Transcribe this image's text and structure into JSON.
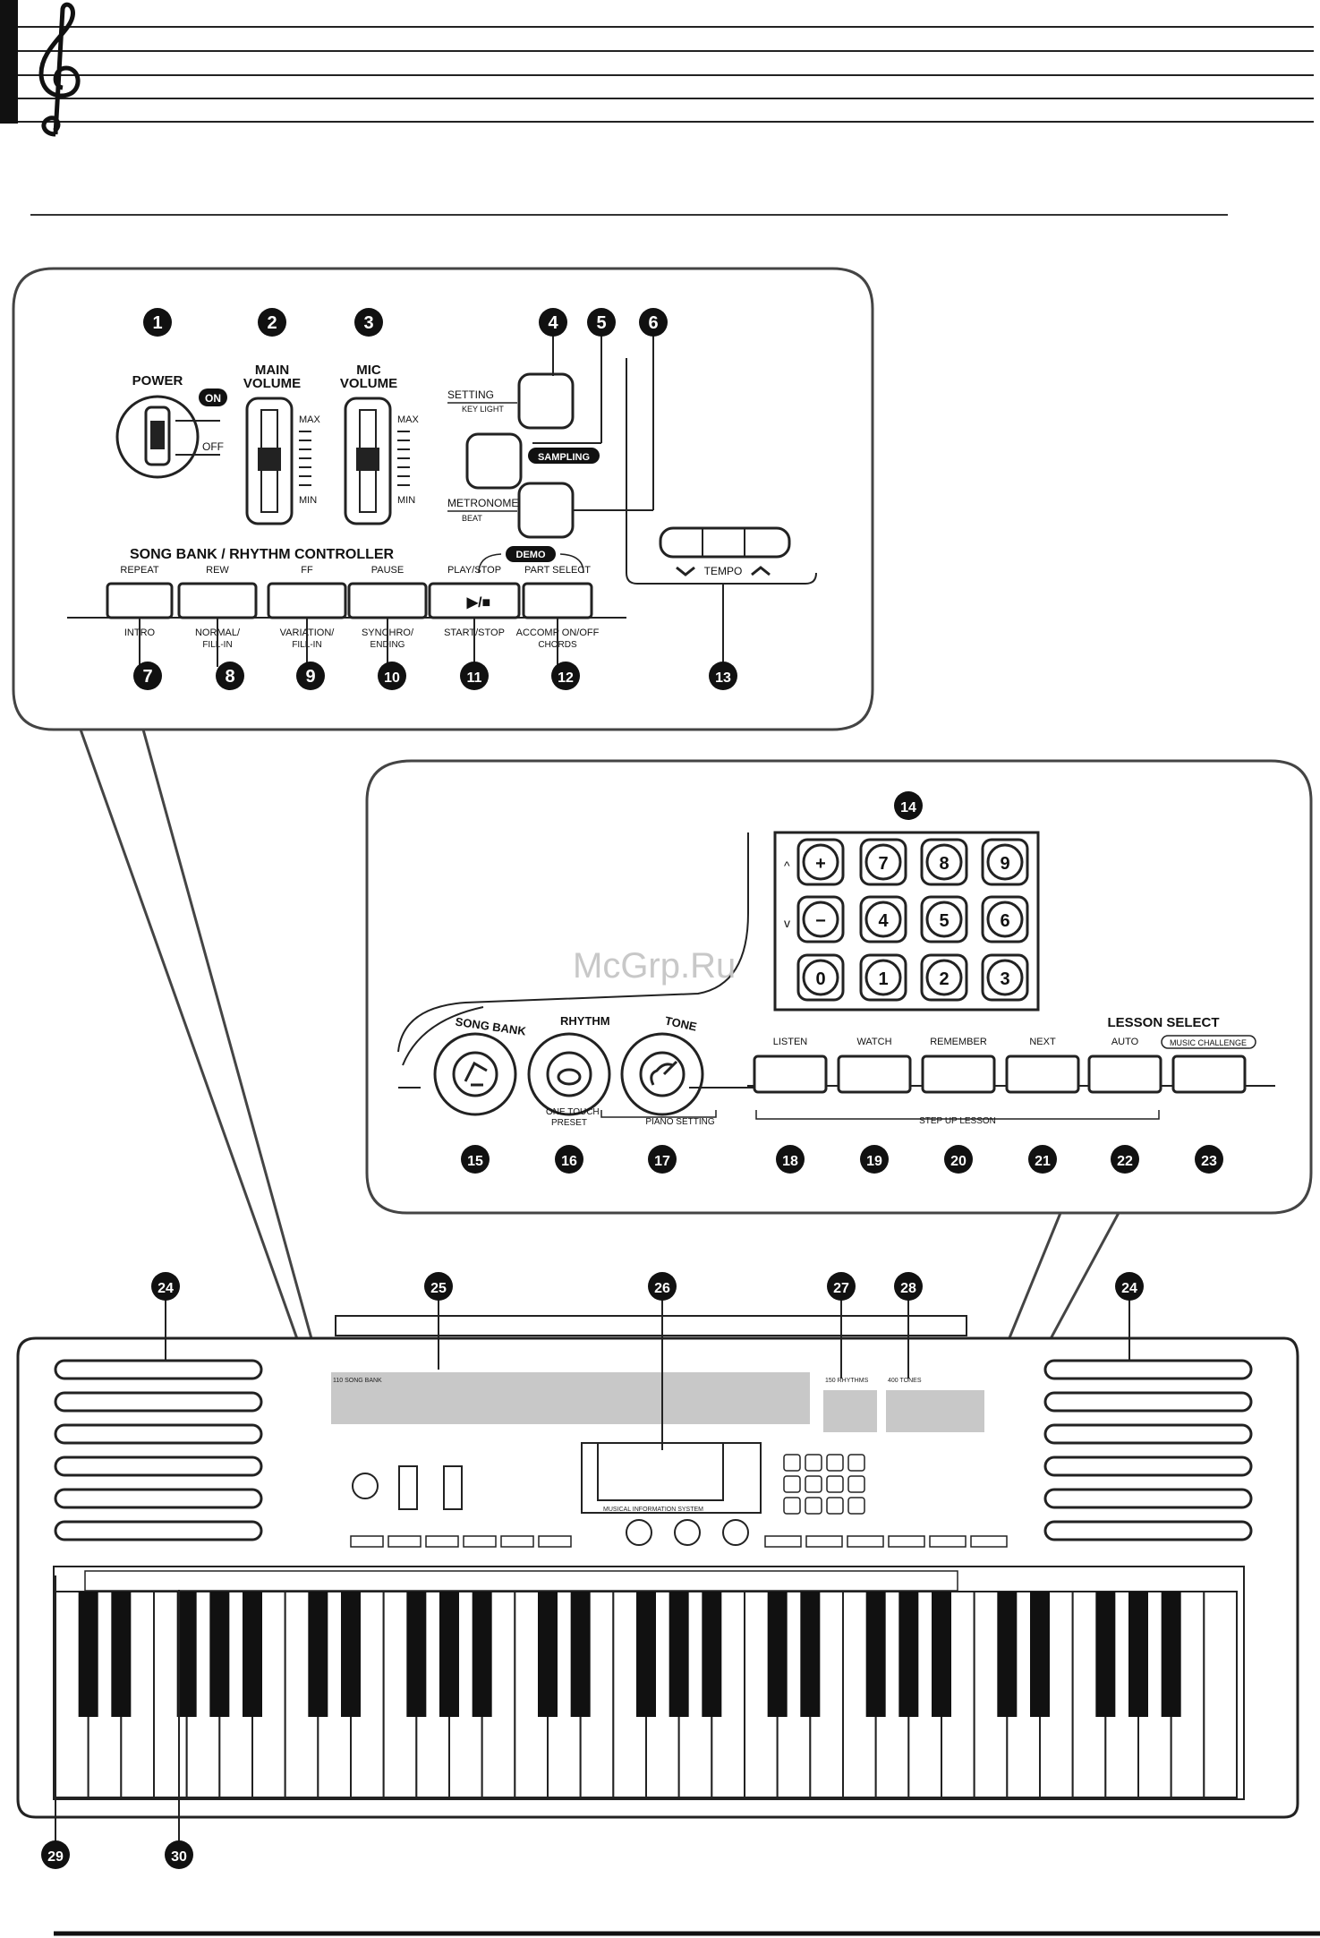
{
  "callouts": {
    "c1": "1",
    "c2": "2",
    "c3": "3",
    "c4": "4",
    "c5": "5",
    "c6": "6",
    "c7": "7",
    "c8": "8",
    "c9": "9",
    "c10": "10",
    "c11": "11",
    "c12": "12",
    "c13": "13",
    "c14": "14",
    "c15": "15",
    "c16": "16",
    "c17": "17",
    "c18": "18",
    "c19": "19",
    "c20": "20",
    "c21": "21",
    "c22": "22",
    "c23": "23",
    "c24": "24",
    "c25": "25",
    "c26": "26",
    "c27": "27",
    "c28": "28",
    "c29": "29",
    "c30": "30"
  },
  "top_panel": {
    "power": "POWER",
    "on": "ON",
    "off": "OFF",
    "main_volume_1": "MAIN",
    "main_volume_2": "VOLUME",
    "mic_volume_1": "MIC",
    "mic_volume_2": "VOLUME",
    "max": "MAX",
    "min": "MIN",
    "setting": "SETTING",
    "key_light": "KEY LIGHT",
    "sampling": "SAMPLING",
    "metronome": "METRONOME",
    "beat": "BEAT",
    "tempo": "TEMPO",
    "controller_title": "SONG BANK / RHYTHM CONTROLLER",
    "demo": "DEMO",
    "upper_labels": [
      "REPEAT",
      "REW",
      "FF",
      "PAUSE",
      "PLAY/STOP",
      "PART SELECT"
    ],
    "lower_labels_1": [
      "INTRO",
      "NORMAL/",
      "VARIATION/",
      "SYNCHRO/",
      "START/STOP",
      "ACCOMP ON/OFF"
    ],
    "lower_labels_2": [
      "",
      "FILL-IN",
      "FILL-IN",
      "ENDING",
      "",
      "CHORDS"
    ],
    "play_symbol": "▶/■"
  },
  "mid_panel": {
    "keypad": [
      "+",
      "7",
      "8",
      "9",
      "−",
      "4",
      "5",
      "6",
      "0",
      "1",
      "2",
      "3"
    ],
    "up_sym": "^",
    "down_sym": "v",
    "song_bank": "SONG BANK",
    "rhythm": "RHYTHM",
    "tone": "TONE",
    "one_touch_1": "ONE TOUCH",
    "one_touch_2": "PRESET",
    "piano_setting": "PIANO SETTING",
    "lesson_select": "LESSON SELECT",
    "music_challenge": "MUSIC CHALLENGE",
    "lesson_buttons": [
      "LISTEN",
      "WATCH",
      "REMEMBER",
      "NEXT",
      "AUTO"
    ],
    "step_up": "STEP UP LESSON"
  },
  "bottom": {
    "song_bank_count": "110 SONG BANK",
    "rhythms_count": "150 RHYTHMS",
    "tones_count": "400 TONES",
    "mis": "MUSICAL INFORMATION SYSTEM"
  },
  "watermark": "McGrp.Ru"
}
